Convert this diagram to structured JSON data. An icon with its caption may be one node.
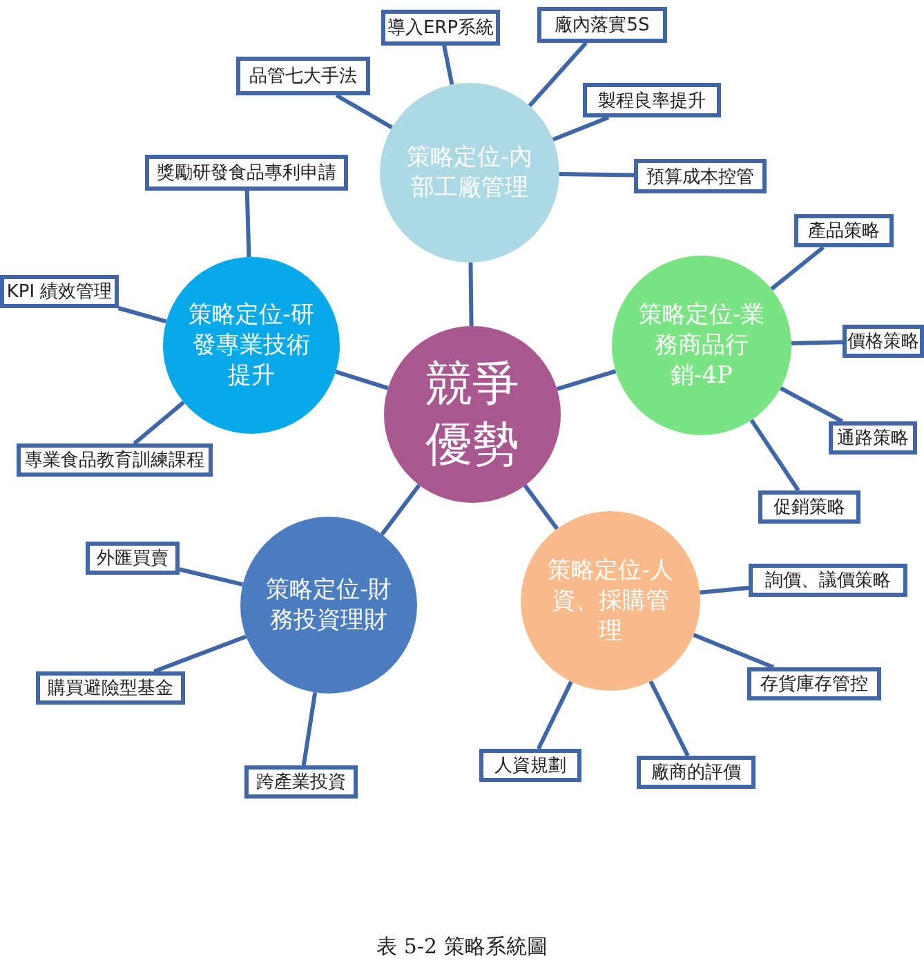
{
  "diagram": {
    "caption": "表 5-2 策略系統圖",
    "nodes": [
      {
        "text": [
          "競爭優勢"
        ]
      },
      {
        "text": [
          "策略定位-內部工廠管理"
        ]
      },
      {
        "text": [
          "策略定位-業務商品行銷-4P"
        ]
      },
      {
        "text": [
          "策略定位-人資、採購管理"
        ]
      },
      {
        "text": [
          "策略定位-財務投資理財"
        ]
      },
      {
        "text": [
          "策略定位-研發專業技術提升"
        ]
      },
      {
        "text": [
          "導入ERP系統"
        ]
      },
      {
        "text": [
          "廠內落實5S"
        ]
      },
      {
        "text": [
          "品管七大手法"
        ]
      },
      {
        "text": [
          "製程良率提升"
        ]
      },
      {
        "text": [
          "預算成本控管"
        ]
      },
      {
        "text": [
          "產品策略"
        ]
      },
      {
        "text": [
          "價格策略"
        ]
      },
      {
        "text": [
          "通路策略"
        ]
      },
      {
        "text": [
          "促銷策略"
        ]
      },
      {
        "text": [
          "詢價、議價策略"
        ]
      },
      {
        "text": [
          "存貨庫存管控"
        ]
      },
      {
        "text": [
          "人資規劃"
        ]
      },
      {
        "text": [
          "廠商的評價"
        ]
      },
      {
        "text": [
          "外匯買賣"
        ]
      },
      {
        "text": [
          "購買避險型基金"
        ]
      },
      {
        "text": [
          "跨產業投資"
        ]
      },
      {
        "text": [
          "獎勵研發食品專利申請"
        ]
      },
      {
        "text": [
          "KPI 績效管理"
        ]
      },
      {
        "text": [
          "專業食品教育訓練課程"
        ]
      }
    ],
    "edges": [
      {
        "from": 0,
        "to": 1,
        "arrow": "none"
      },
      {
        "from": 0,
        "to": 2,
        "arrow": "none"
      },
      {
        "from": 0,
        "to": 3,
        "arrow": "none"
      },
      {
        "from": 0,
        "to": 4,
        "arrow": "none"
      },
      {
        "from": 0,
        "to": 5,
        "arrow": "none"
      },
      {
        "from": 1,
        "to": 6,
        "arrow": "none"
      },
      {
        "from": 1,
        "to": 7,
        "arrow": "none"
      },
      {
        "from": 1,
        "to": 8,
        "arrow": "none"
      },
      {
        "from": 1,
        "to": 9,
        "arrow": "none"
      },
      {
        "from": 1,
        "to": 10,
        "arrow": "none"
      },
      {
        "from": 2,
        "to": 11,
        "arrow": "none"
      },
      {
        "from": 2,
        "to": 12,
        "arrow": "none"
      },
      {
        "from": 2,
        "to": 13,
        "arrow": "none"
      },
      {
        "from": 2,
        "to": 14,
        "arrow": "none"
      },
      {
        "from": 3,
        "to": 15,
        "arrow": "none"
      },
      {
        "from": 3,
        "to": 16,
        "arrow": "none"
      },
      {
        "from": 3,
        "to": 17,
        "arrow": "none"
      },
      {
        "from": 3,
        "to": 18,
        "arrow": "none"
      },
      {
        "from": 4,
        "to": 19,
        "arrow": "none"
      },
      {
        "from": 4,
        "to": 20,
        "arrow": "none"
      },
      {
        "from": 4,
        "to": 21,
        "arrow": "none"
      },
      {
        "from": 5,
        "to": 22,
        "arrow": "none"
      },
      {
        "from": 5,
        "to": 23,
        "arrow": "none"
      },
      {
        "from": 5,
        "to": 24,
        "arrow": "none"
      }
    ]
  }
}
